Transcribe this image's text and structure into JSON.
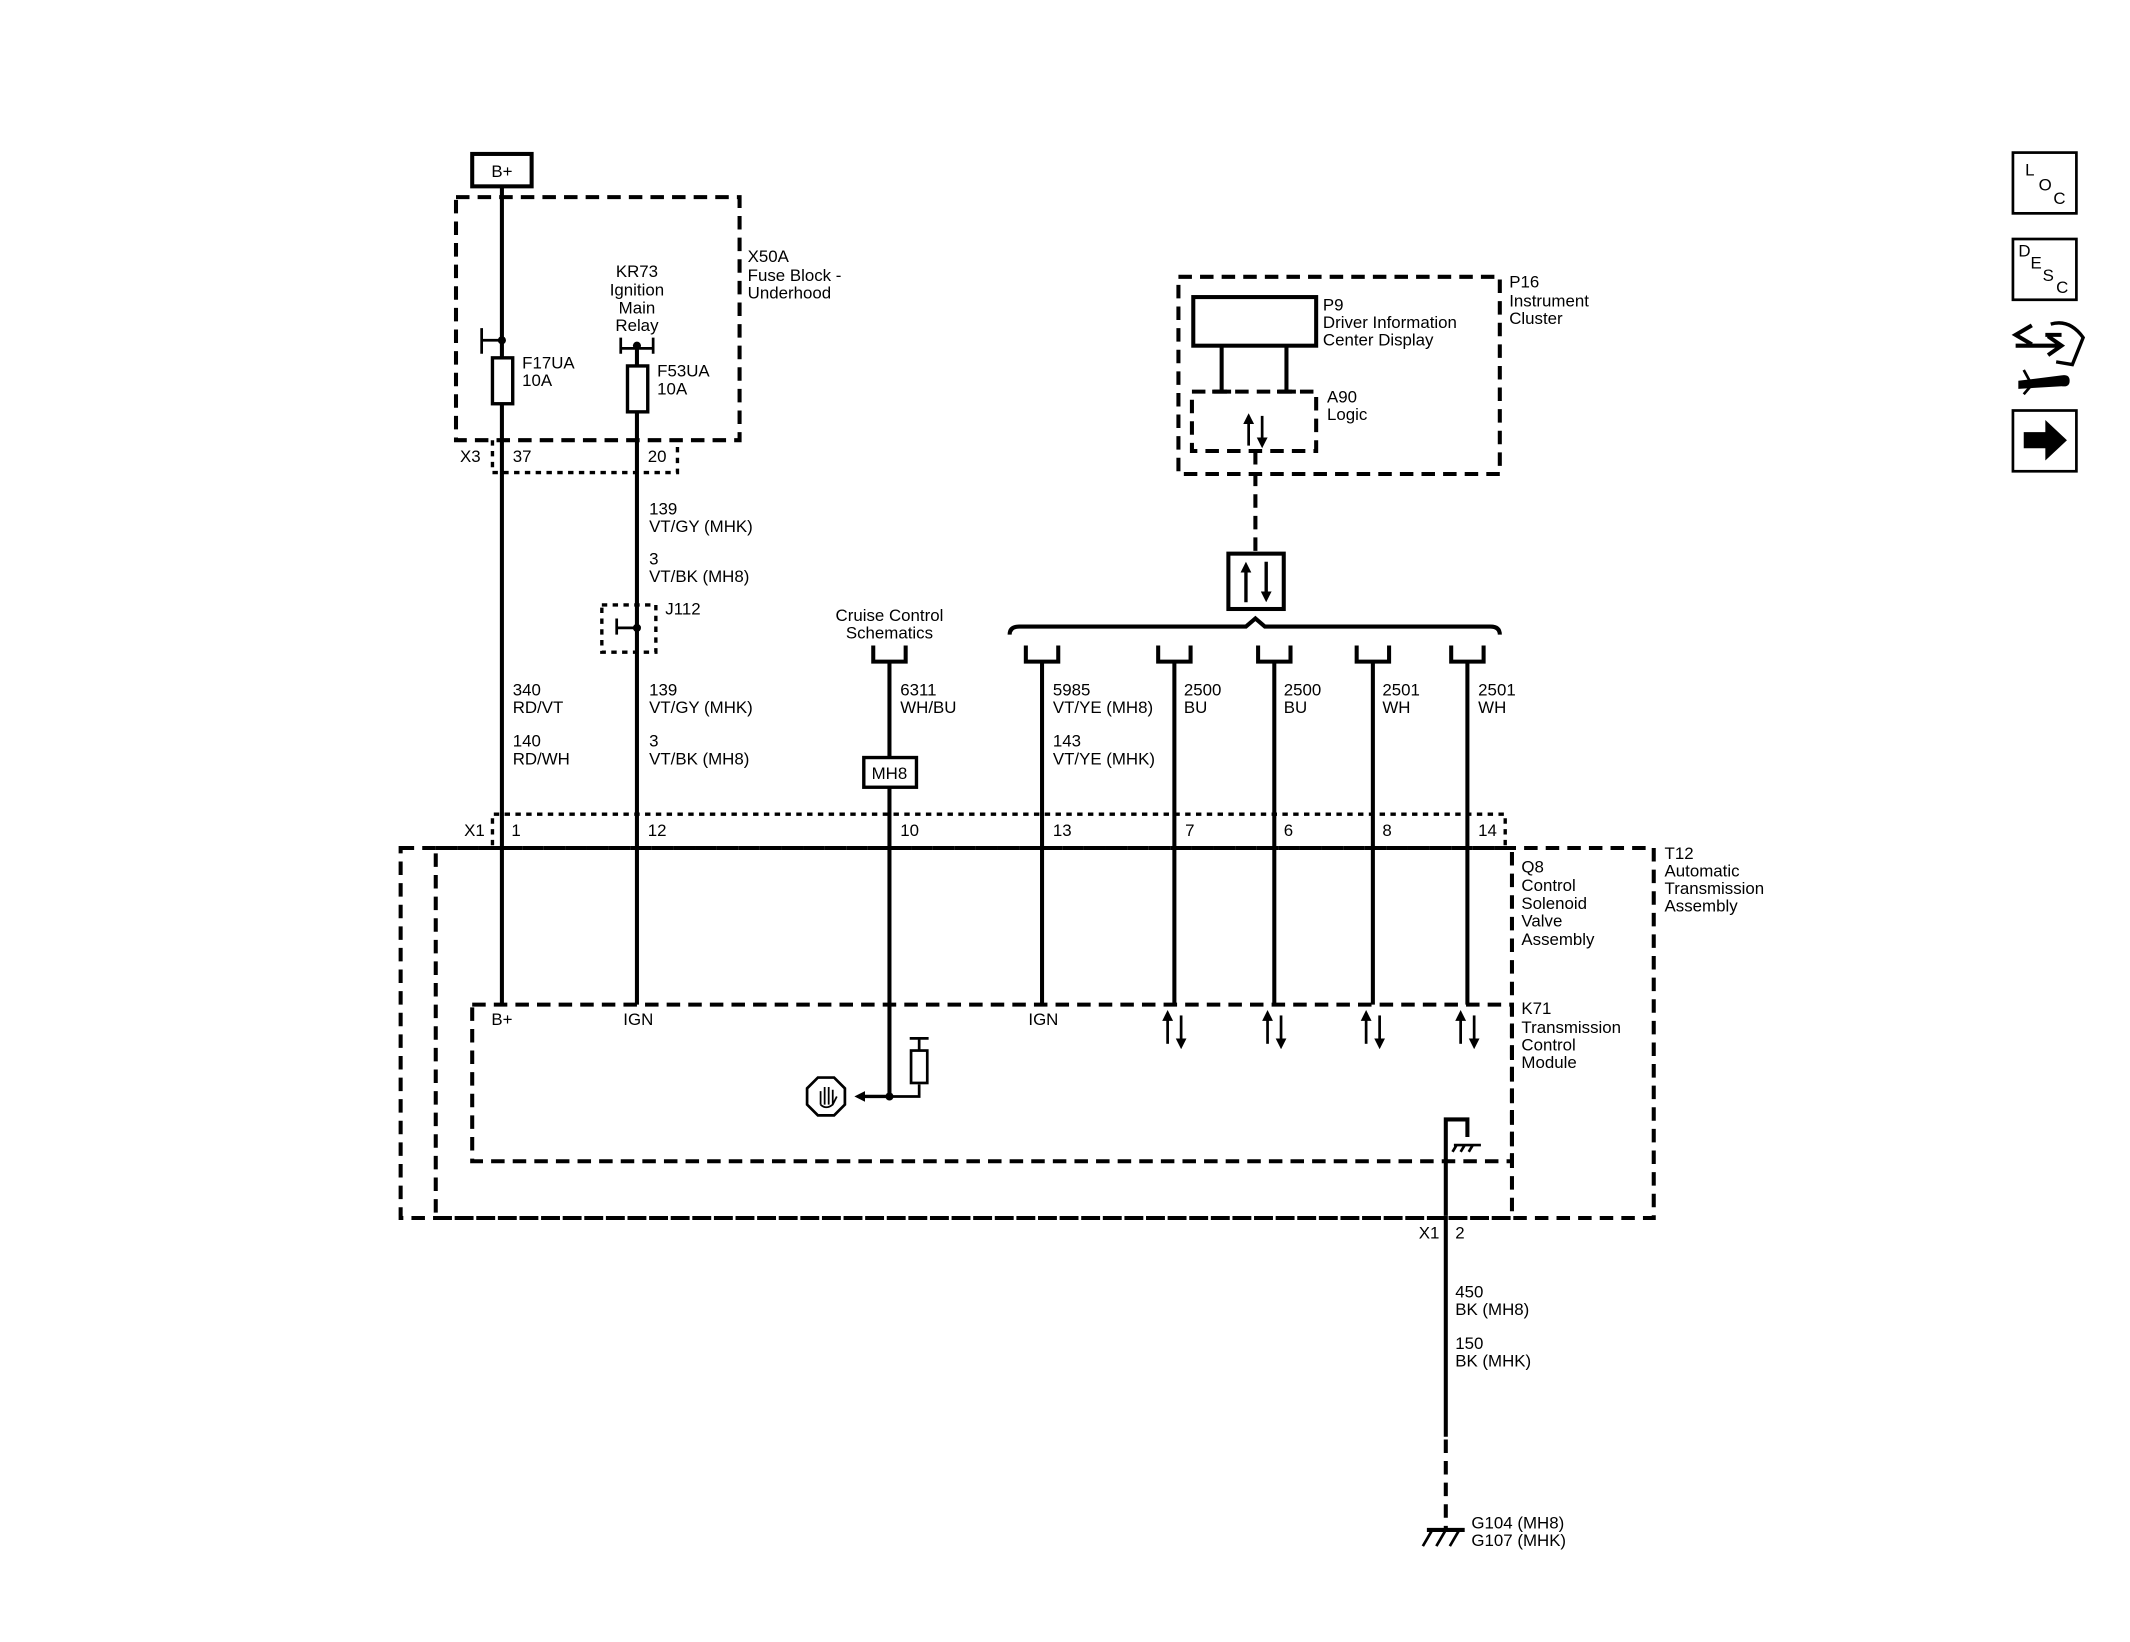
{
  "power": {
    "battery": "B+"
  },
  "fuse_block": {
    "name": [
      "X50A",
      "Fuse Block -",
      "Underhood"
    ],
    "relay": [
      "KR73",
      "Ignition",
      "Main",
      "Relay"
    ],
    "fuse1": [
      "F17UA",
      "10A"
    ],
    "fuse2": [
      "F53UA",
      "10A"
    ],
    "connector": "X3",
    "pin1": "37",
    "pin2": "20"
  },
  "splice": "J112",
  "wires": {
    "ign_upper": [
      "139",
      "VT/GY (MHK)",
      "3",
      "VT/BK (MH8)"
    ],
    "ign_lower": [
      "139",
      "VT/GY (MHK)",
      "3",
      "VT/BK (MH8)"
    ],
    "bplus": [
      "340",
      "RD/VT",
      "140",
      "RD/WH"
    ],
    "cruise": [
      "6311",
      "WH/BU"
    ],
    "ign2": [
      "5985",
      "VT/YE (MH8)",
      "143",
      "VT/YE (MHK)"
    ],
    "can1": [
      "2500",
      "BU"
    ],
    "can2": [
      "2500",
      "BU"
    ],
    "can3": [
      "2501",
      "WH"
    ],
    "can4": [
      "2501",
      "WH"
    ],
    "ground": [
      "450",
      "BK (MH8)",
      "150",
      "BK (MHK)"
    ]
  },
  "cruise": {
    "title": [
      "Cruise Control",
      "Schematics"
    ],
    "option": "MH8"
  },
  "cluster": {
    "name": [
      "P16",
      "Instrument",
      "Cluster"
    ],
    "display": [
      "P9",
      "Driver Information",
      "Center Display"
    ],
    "logic": [
      "A90",
      "Logic"
    ]
  },
  "module": {
    "connector": "X1",
    "pins": [
      "1",
      "12",
      "10",
      "13",
      "7",
      "6",
      "8",
      "14"
    ],
    "assembly": [
      "T12",
      "Automatic",
      "Transmission",
      "Assembly"
    ],
    "solenoid": [
      "Q8",
      "Control",
      "Solenoid",
      "Valve",
      "Assembly"
    ],
    "tcm": [
      "K71",
      "Transmission",
      "Control",
      "Module"
    ],
    "labels": [
      "B+",
      "IGN",
      "IGN"
    ],
    "ground_connector": "X1",
    "ground_pin": "2"
  },
  "ground": [
    "G104",
    "(MH8)",
    "G107",
    "(MHK)"
  ],
  "nav": {
    "loc": [
      "L",
      "O",
      "C"
    ],
    "desc": [
      "D",
      "E",
      "S",
      "C"
    ]
  }
}
